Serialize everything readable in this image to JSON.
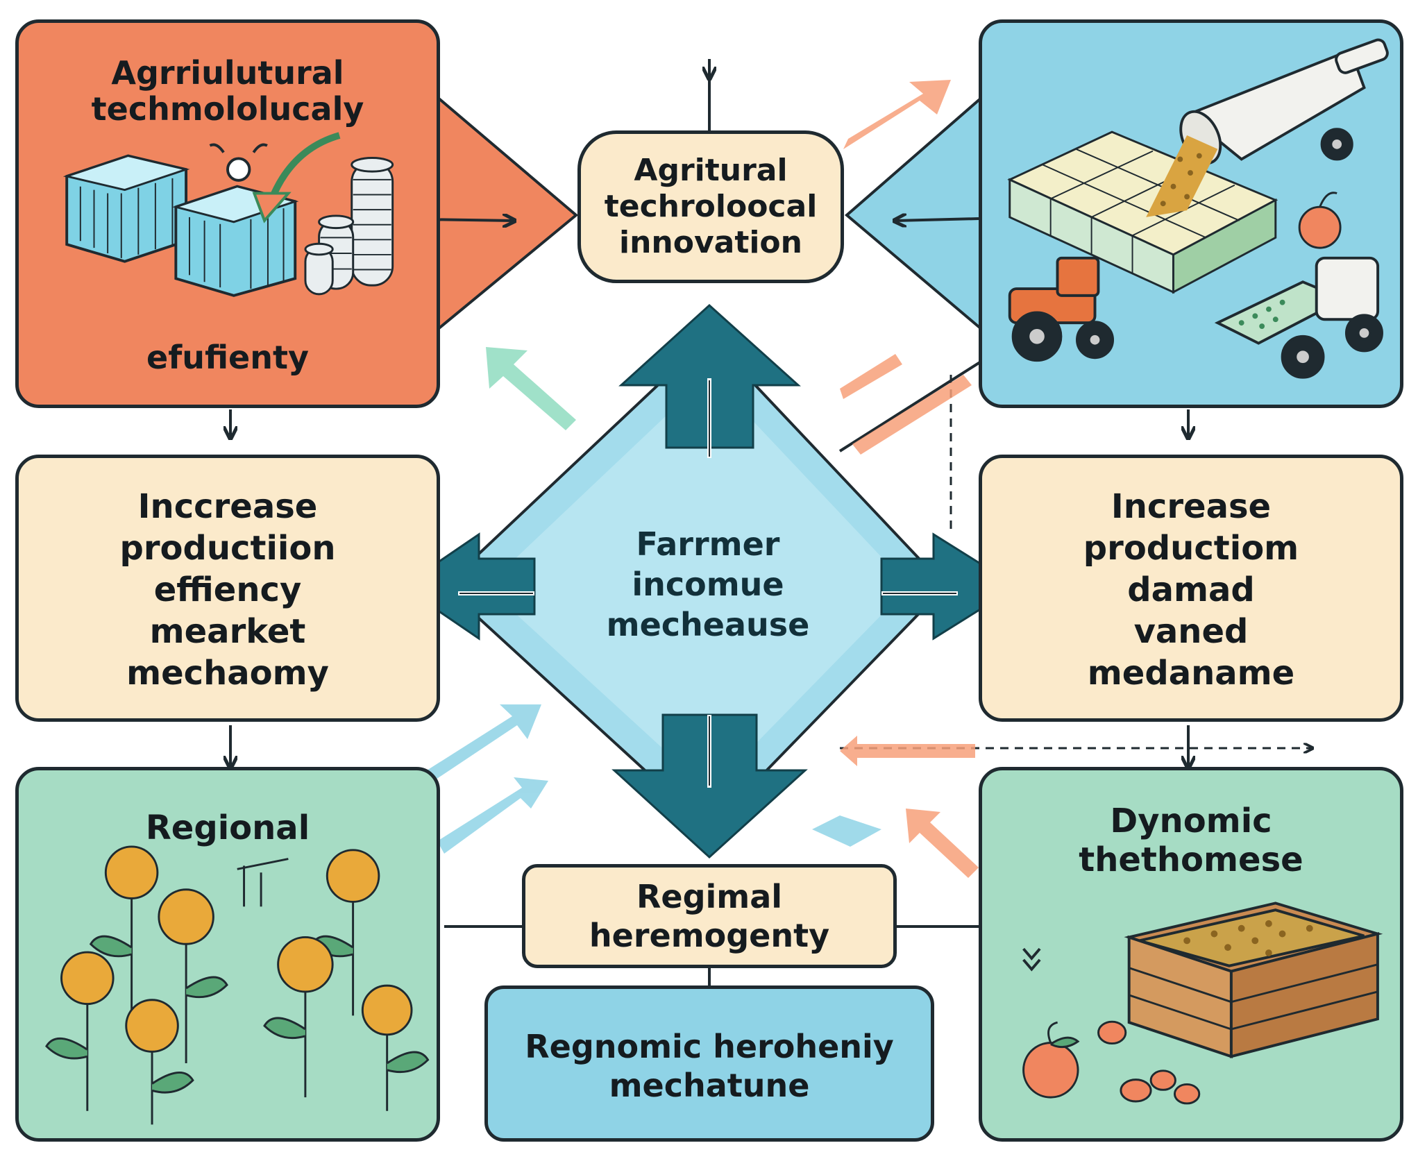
{
  "colors": {
    "orange": "#f0865f",
    "cream": "#fbeacb",
    "sky": "#8fd3e6",
    "mint": "#a6dcc4",
    "teal": "#1f7182",
    "diamond": "#a3dcec",
    "outline": "#1f2a30"
  },
  "boxes": {
    "top_left": {
      "title": [
        "Agrriulutural",
        "techmololucaly"
      ],
      "caption": "efufienty"
    },
    "mid_left": {
      "lines": [
        "Inccrease",
        "productiion",
        "effiency",
        "mearket",
        "mechaomy"
      ]
    },
    "bottom_left": {
      "title": "Regional"
    },
    "top_center": {
      "lines": [
        "Agritural",
        "techroloocal",
        "innovation"
      ]
    },
    "center": {
      "lines": [
        "Farrmer",
        "incomue",
        "mecheause"
      ]
    },
    "bottom_center_top": {
      "lines": [
        "Regimal",
        "heremogenty"
      ]
    },
    "bottom_center_bottom": {
      "lines": [
        "Regnomic heroheniy",
        "mechatune"
      ]
    },
    "mid_right": {
      "lines": [
        "Increase",
        "productiom",
        "damad",
        "vaned",
        "medaname"
      ]
    },
    "bottom_right": {
      "title": [
        "Dynomic",
        "thethomese"
      ]
    }
  },
  "icons": [
    "servers-icon",
    "coin-stack-icon",
    "tractor-icon",
    "truck-icon",
    "seed-hopper-icon",
    "field-grid-icon",
    "flower-icon",
    "crate-icon",
    "fruit-icon"
  ]
}
